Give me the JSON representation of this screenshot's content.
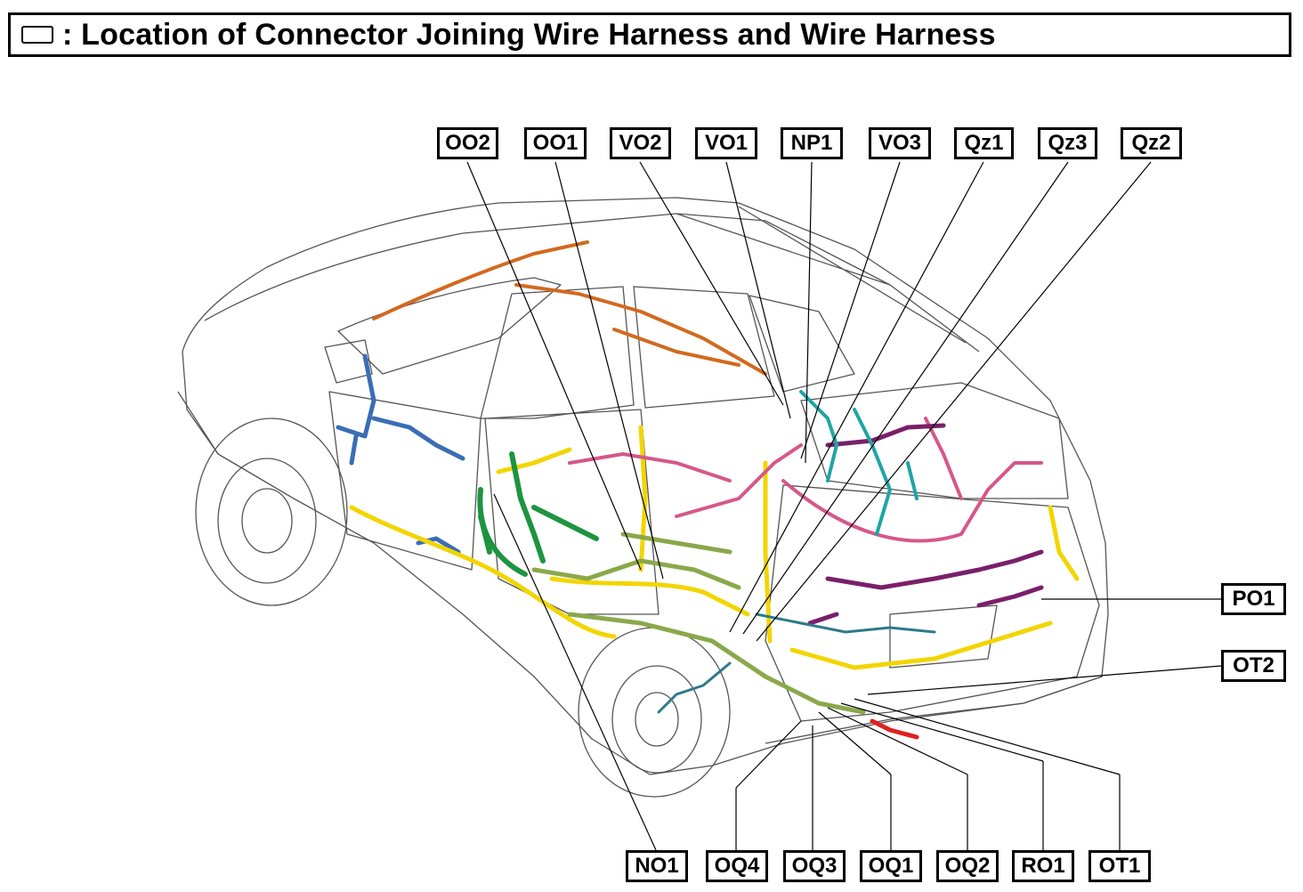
{
  "title": ": Location of Connector Joining Wire Harness and Wire Harness",
  "legend_icon": "rectangle-outline-icon",
  "labels_top": [
    "OO2",
    "OO1",
    "VO2",
    "VO1",
    "NP1",
    "VO3",
    "Qz1",
    "Qz3",
    "Qz2"
  ],
  "labels_right": [
    "PO1",
    "OT2"
  ],
  "labels_bottom": [
    "NO1",
    "OQ4",
    "OQ3",
    "OQ1",
    "OQ2",
    "RO1",
    "OT1"
  ],
  "harness_colors": {
    "roof": "#d2691e",
    "front_door": "#3a6db5",
    "body_main": "#f2d500",
    "instrument": "#1e9440",
    "floor": "#8aa84a",
    "rear_door": "#d6578a",
    "back_door": "#7a1f6a",
    "cyan": "#1fa5a5",
    "teal": "#2c7a8a",
    "red": "#e02020"
  }
}
